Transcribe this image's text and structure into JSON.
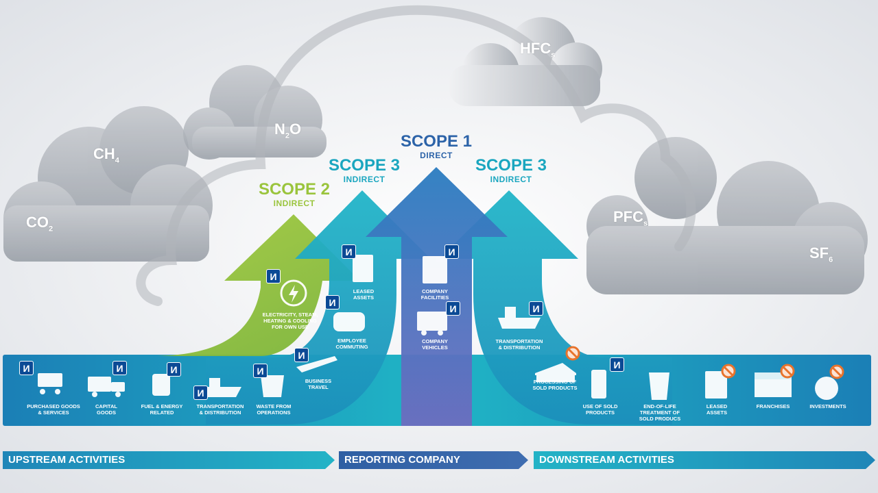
{
  "gases": {
    "co2": {
      "main": "CO",
      "sub": "2"
    },
    "ch4": {
      "main": "CH",
      "sub": "4"
    },
    "n2o": {
      "pre": "N",
      "sub": "2",
      "post": "O"
    },
    "hfcs": {
      "main": "HFC",
      "sub": "s"
    },
    "pfcs": {
      "main": "PFC",
      "sub": "s"
    },
    "sf6": {
      "main": "SF",
      "sub": "6"
    }
  },
  "scopes": {
    "scope2": {
      "title": "SCOPE 2",
      "subtitle": "INDIRECT",
      "color": "#9ac43c"
    },
    "scope3_left": {
      "title": "SCOPE 3",
      "subtitle": "INDIRECT",
      "color": "#1aa6bf"
    },
    "scope1": {
      "title": "SCOPE 1",
      "subtitle": "DIRECT",
      "color": "#2c63a8"
    },
    "scope3_right": {
      "title": "SCOPE 3",
      "subtitle": "INDIRECT",
      "color": "#1aa6bf"
    }
  },
  "activities": {
    "purchased_goods": {
      "l1": "PURCHASED GOODS",
      "l2": "& SERVICES"
    },
    "capital_goods": {
      "l1": "CAPITAL",
      "l2": "GOODS"
    },
    "fuel_energy": {
      "l1": "FUEL & ENERGY",
      "l2": "RELATED"
    },
    "transport_up": {
      "l1": "TRANSPORTATION",
      "l2": "& DISTRIBUTION"
    },
    "waste": {
      "l1": "WASTE FROM",
      "l2": "OPERATIONS"
    },
    "business_travel": {
      "l1": "BUSINESS",
      "l2": "TRAVEL"
    },
    "employee_commuting": {
      "l1": "EMPLOYEE",
      "l2": "COMMUTING"
    },
    "leased_assets_up": {
      "l1": "LEASED",
      "l2": "ASSETS"
    },
    "electricity": {
      "l1": "ELECTRICITY, STEAM,",
      "l2": "HEATING & COOLING",
      "l3": "FOR OWN USE"
    },
    "company_facilities": {
      "l1": "COMPANY",
      "l2": "FACILITIES"
    },
    "company_vehicles": {
      "l1": "COMPANY",
      "l2": "VEHICLES"
    },
    "transport_down": {
      "l1": "TRANSPORTATION",
      "l2": "& DISTRIBUTION"
    },
    "processing": {
      "l1": "PROCESSING OF",
      "l2": "SOLD PRODUCTS"
    },
    "use_of_sold": {
      "l1": "USE OF SOLD",
      "l2": "PRODUCTS"
    },
    "end_of_life": {
      "l1": "END-OF-LIFE",
      "l2": "TREATMENT OF",
      "l3": "SOLD PRODUCS"
    },
    "leased_assets_down": {
      "l1": "LEASED",
      "l2": "ASSETS"
    },
    "franchises": {
      "l1": "FRANCHISES"
    },
    "investments": {
      "l1": "INVESTMENTS"
    }
  },
  "badge_letter": "И",
  "bands": {
    "upstream": "UPSTREAM ACTIVITIES",
    "reporting": "REPORTING COMPANY",
    "downstream": "DOWNSTREAM ACTIVITIES"
  },
  "colors": {
    "badge": "#0b4a95",
    "scope2_green": "#9ac43c",
    "scope3_teal": "#1aa6bf",
    "scope1_blue": "#2c63a8",
    "no_symbol": "#e8732c"
  }
}
